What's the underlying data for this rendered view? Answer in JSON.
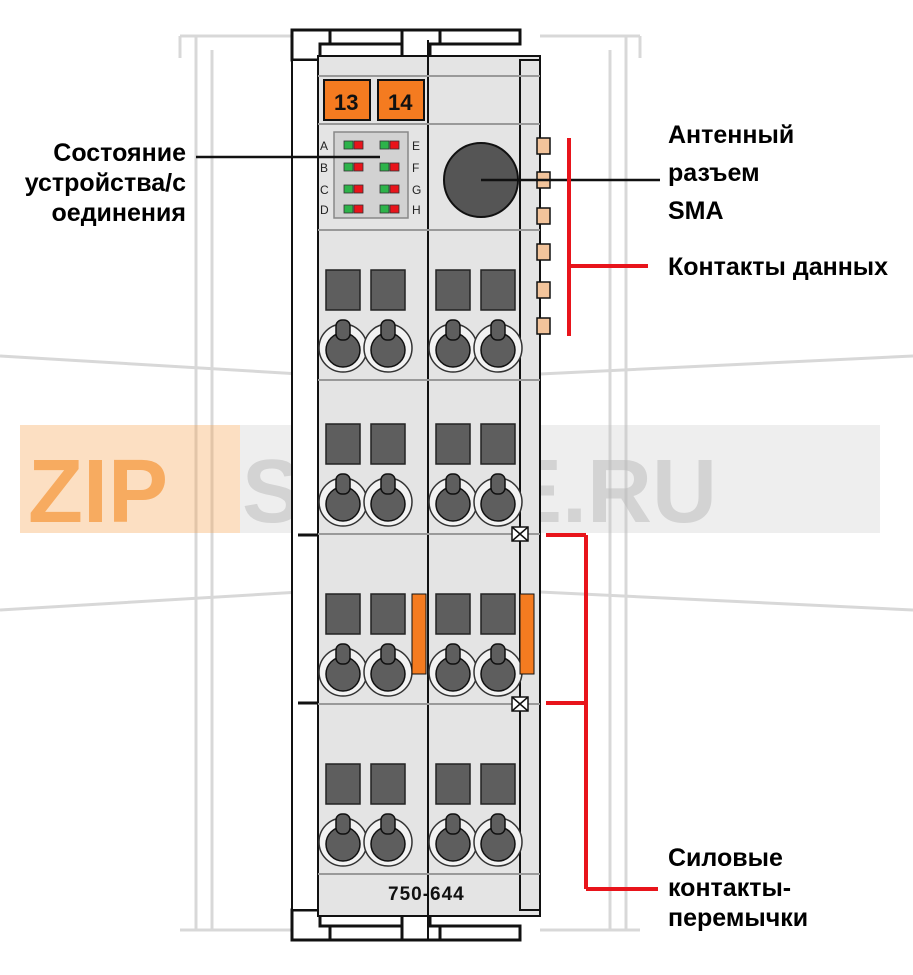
{
  "watermark": {
    "left_text": "ZIP",
    "right_text": "SHORE.RU",
    "left_color": "#f7a24f",
    "right_color": "#bdbdbd"
  },
  "module": {
    "model_number": "750-644",
    "terminal_left": "13",
    "terminal_right": "14",
    "led_letters_left": [
      "A",
      "B",
      "C",
      "D"
    ],
    "led_letters_right": [
      "E",
      "F",
      "G",
      "H"
    ],
    "body_color": "#e4e4e4",
    "accent_orange": "#f47b20",
    "clamp_color": "#5e5e5e"
  },
  "labels": {
    "status": [
      "Состояние",
      "устройства/с",
      "оединения"
    ],
    "antenna": [
      "Антенный",
      "разъем",
      "SMA"
    ],
    "data_contacts": "Контакты данных",
    "power_contacts": [
      "Силовые",
      "контакты-",
      "перемычки"
    ]
  },
  "callout_color": "#e8141b"
}
